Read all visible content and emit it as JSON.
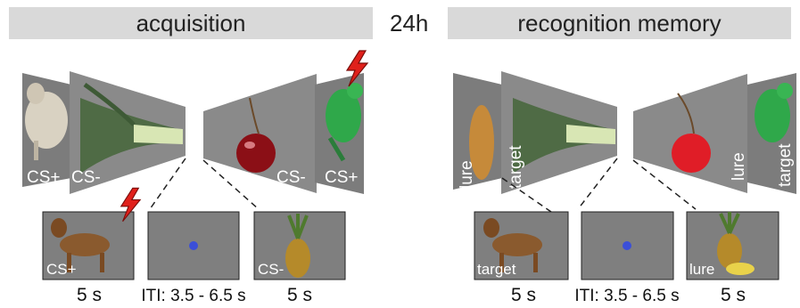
{
  "headers": {
    "acquisition": "acquisition",
    "delay": "24h",
    "recognition": "recognition memory"
  },
  "acquisition": {
    "stimuli_labels": [
      "CS+",
      "CS-",
      "CS-",
      "CS+"
    ],
    "trial": {
      "cs_plus_label": "CS+",
      "cs_minus_label": "CS-",
      "stim_duration": "5 s",
      "iti": "ITI: 3.5 - 6.5 s",
      "stim_duration_2": "5 s"
    }
  },
  "recognition": {
    "stimuli_labels": [
      "lure",
      "target",
      "lure",
      "target"
    ],
    "trial": {
      "target_label": "target",
      "lure_label": "lure",
      "stim_duration": "5 s",
      "iti": "ITI: 3.5 - 6.5 s",
      "stim_duration_2": "5 s"
    }
  },
  "colors": {
    "panel": "#808080",
    "panel_dark": "#6e6e6e",
    "header_bg": "#d9d9d9",
    "shock": "#e0201b",
    "fixation_dot": "#3b4fd8"
  }
}
